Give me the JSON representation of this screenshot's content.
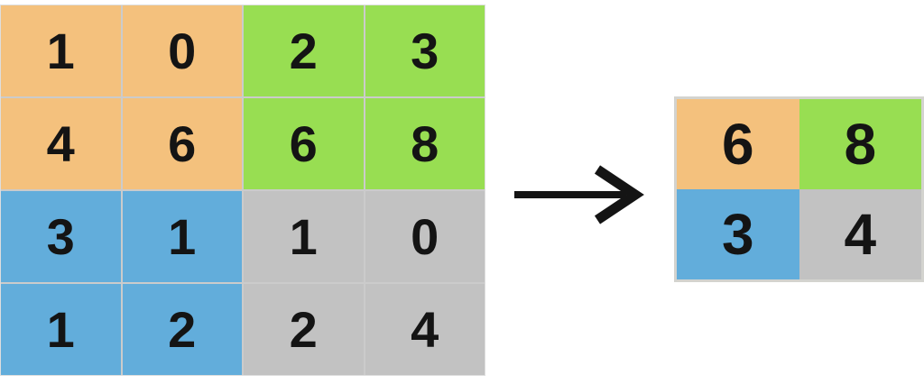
{
  "palette": {
    "orange": "#F4C17D",
    "green": "#98DE52",
    "blue": "#62ADDB",
    "gray": "#C2C2C2",
    "grid_line": "#CBCBCB",
    "digit": "#141414",
    "arrow": "#141414",
    "background": "#FFFFFF"
  },
  "input_grid": {
    "rows": 4,
    "cols": 4,
    "cells": [
      {
        "value": "1",
        "region": "orange",
        "hex": "#F4C17D"
      },
      {
        "value": "0",
        "region": "orange",
        "hex": "#F4C17D"
      },
      {
        "value": "2",
        "region": "green",
        "hex": "#98DE52"
      },
      {
        "value": "3",
        "region": "green",
        "hex": "#98DE52"
      },
      {
        "value": "4",
        "region": "orange",
        "hex": "#F4C17D"
      },
      {
        "value": "6",
        "region": "orange",
        "hex": "#F4C17D"
      },
      {
        "value": "6",
        "region": "green",
        "hex": "#98DE52"
      },
      {
        "value": "8",
        "region": "green",
        "hex": "#98DE52"
      },
      {
        "value": "3",
        "region": "blue",
        "hex": "#62ADDB"
      },
      {
        "value": "1",
        "region": "blue",
        "hex": "#62ADDB"
      },
      {
        "value": "1",
        "region": "gray",
        "hex": "#C2C2C2"
      },
      {
        "value": "0",
        "region": "gray",
        "hex": "#C2C2C2"
      },
      {
        "value": "1",
        "region": "blue",
        "hex": "#62ADDB"
      },
      {
        "value": "2",
        "region": "blue",
        "hex": "#62ADDB"
      },
      {
        "value": "2",
        "region": "gray",
        "hex": "#C2C2C2"
      },
      {
        "value": "4",
        "region": "gray",
        "hex": "#C2C2C2"
      }
    ]
  },
  "output_grid": {
    "rows": 2,
    "cols": 2,
    "cells": [
      {
        "value": "6",
        "region": "orange",
        "hex": "#F4C17D"
      },
      {
        "value": "8",
        "region": "green",
        "hex": "#98DE52"
      },
      {
        "value": "3",
        "region": "blue",
        "hex": "#62ADDB"
      },
      {
        "value": "4",
        "region": "gray",
        "hex": "#C2C2C2"
      }
    ]
  },
  "arrow": {
    "name": "right-arrow",
    "hex": "#141414"
  }
}
